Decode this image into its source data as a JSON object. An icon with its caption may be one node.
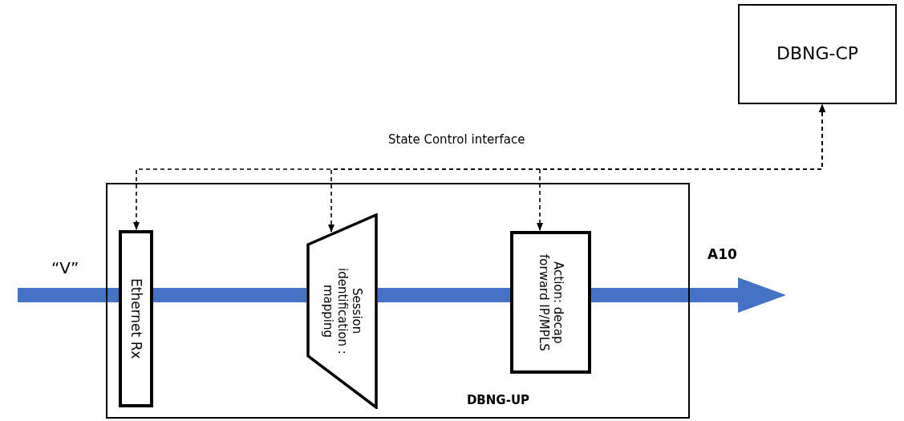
{
  "diagram": {
    "nodes": [
      {
        "text": [
          "DBNG-CP"
        ]
      },
      {
        "text": [
          "DBNG-UP"
        ]
      },
      {
        "text": [
          "Ethernet Rx"
        ],
        "in": 1
      },
      {
        "text": [
          "Session identification : mapping"
        ],
        "in": 1
      },
      {
        "text": [
          "Action: decap forward IP/MPLS"
        ],
        "in": 1
      }
    ],
    "edges": [
      {
        "from": null,
        "to": 2,
        "arrow": "none",
        "label": "“V”"
      },
      {
        "from": 2,
        "to": 3,
        "arrow": "none"
      },
      {
        "from": 3,
        "to": 4,
        "arrow": "none"
      },
      {
        "from": 4,
        "to": null,
        "arrow": "to",
        "label": "A10"
      },
      {
        "from": 0,
        "to": 2,
        "arrow": "both",
        "style": "dashed",
        "color": "#000000"
      },
      {
        "from": 0,
        "to": 3,
        "arrow": "both",
        "label": "State Control interface",
        "style": "dashed",
        "color": "#000000"
      },
      {
        "from": 0,
        "to": 4,
        "arrow": "both",
        "style": "dashed",
        "color": "#000000"
      }
    ]
  }
}
